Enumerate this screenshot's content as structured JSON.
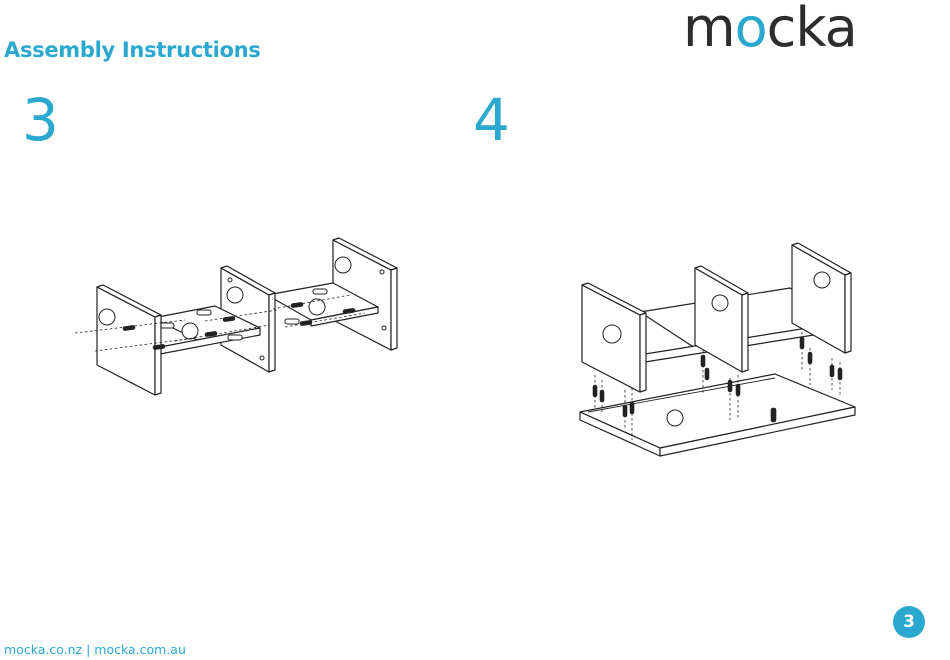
{
  "header": {
    "title": "Assembly Instructions",
    "logo": {
      "before": "m",
      "accent": "o",
      "after": "cka"
    }
  },
  "steps": [
    {
      "number": "3"
    },
    {
      "number": "4"
    }
  ],
  "footer": {
    "sites": "mocka.co.nz | mocka.com.au",
    "page_number": "3"
  },
  "colors": {
    "accent": "#2aa8cf",
    "logo_text": "#2d2d2d",
    "line_art": "#222222"
  }
}
